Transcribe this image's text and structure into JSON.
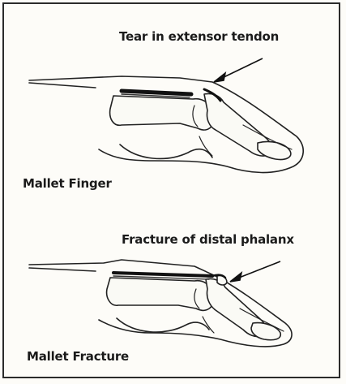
{
  "labels": {
    "tear": "Tear in extensor tendon",
    "mallet_finger": "Mallet Finger",
    "fracture": "Fracture of distal phalanx",
    "mallet_fracture": "Mallet Fracture"
  },
  "colors": {
    "ink": "#1b1b1b",
    "background": "#fdfcf8",
    "frame": "#2b2b2b"
  }
}
